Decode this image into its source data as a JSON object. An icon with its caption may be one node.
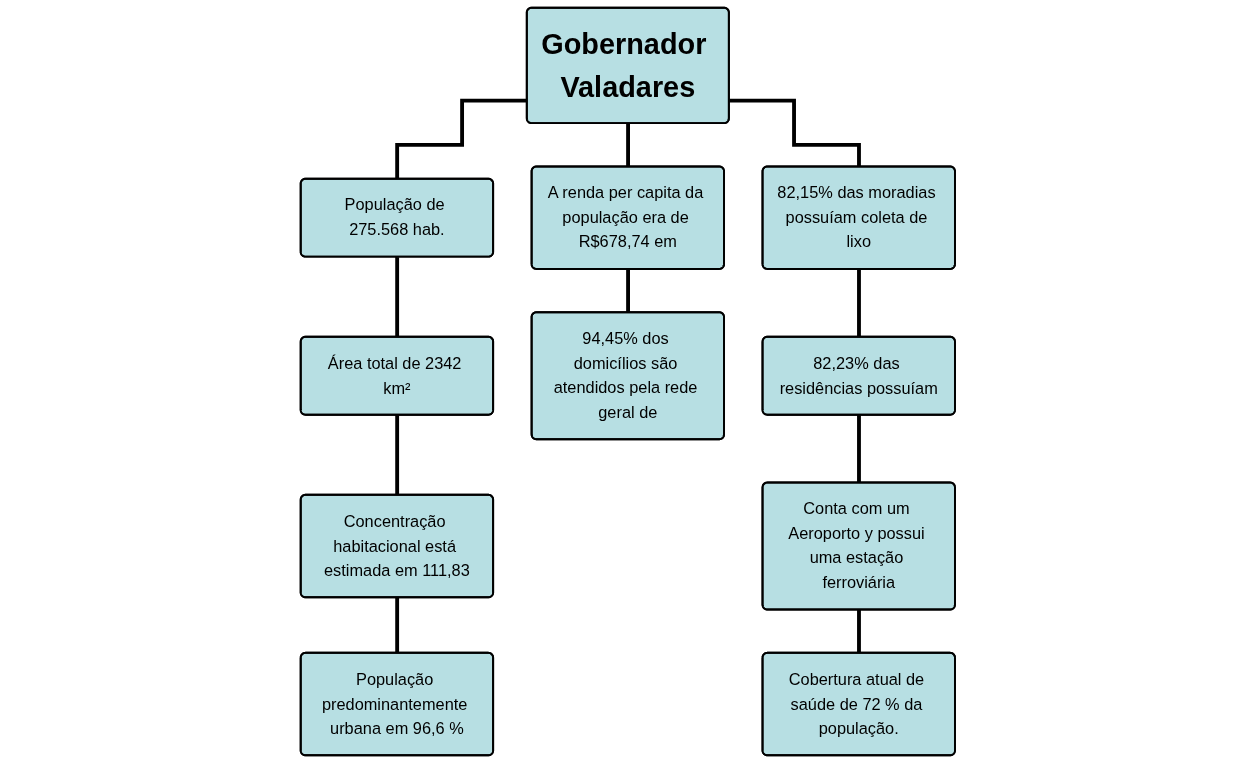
{
  "diagram": {
    "nodes": [
      {
        "text": [
          "Gobernador Valadares"
        ]
      },
      {
        "text": [
          "População de 275.568 hab."
        ]
      },
      {
        "text": [
          "A renda per capita da população era de R$678,74 em"
        ]
      },
      {
        "text": [
          "82,15% das moradias possuíam coleta de lixo"
        ]
      },
      {
        "text": [
          "Área total de 2342 km²"
        ]
      },
      {
        "text": [
          "94,45% dos domicílios são atendidos pela rede geral de"
        ]
      },
      {
        "text": [
          "82,23% das residências possuíam"
        ]
      },
      {
        "text": [
          "Concentração habitacional está estimada em 111,83"
        ]
      },
      {
        "text": [
          "Conta com um Aeroporto y possui uma estação ferroviária"
        ]
      },
      {
        "text": [
          "População predominantemente urbana em 96,6 %"
        ]
      },
      {
        "text": [
          "Cobertura atual de saúde de 72 % da população."
        ]
      }
    ],
    "edges": [
      {
        "from": 0,
        "to": 1,
        "arrow": "none"
      },
      {
        "from": 0,
        "to": 2,
        "arrow": "none"
      },
      {
        "from": 0,
        "to": 3,
        "arrow": "none"
      },
      {
        "from": 1,
        "to": 4,
        "arrow": "none"
      },
      {
        "from": 2,
        "to": 5,
        "arrow": "none"
      },
      {
        "from": 3,
        "to": 6,
        "arrow": "none"
      },
      {
        "from": 4,
        "to": 7,
        "arrow": "none"
      },
      {
        "from": 6,
        "to": 8,
        "arrow": "none"
      },
      {
        "from": 7,
        "to": 9,
        "arrow": "none"
      },
      {
        "from": 8,
        "to": 10,
        "arrow": "none"
      }
    ]
  }
}
